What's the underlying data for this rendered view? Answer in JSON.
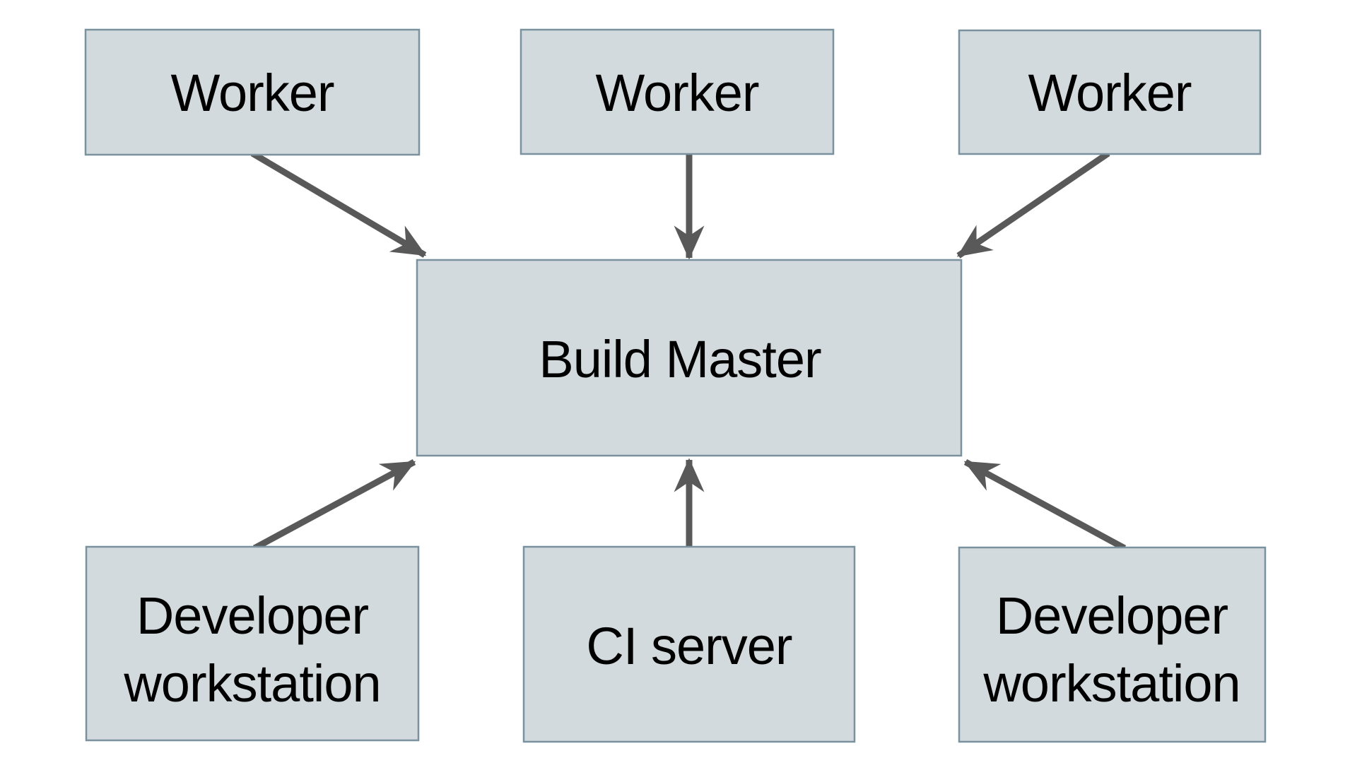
{
  "diagram": {
    "background": "#ffffff",
    "node_fill": "#d3dadd",
    "node_border": "#7a929e",
    "arrow_color": "#595959",
    "text_color": "#000000",
    "nodes": {
      "worker_left": {
        "label": "Worker"
      },
      "worker_center": {
        "label": "Worker"
      },
      "worker_right": {
        "label": "Worker"
      },
      "build_master": {
        "label": "Build Master"
      },
      "developer_left": {
        "lines": [
          "Developer",
          "workstation"
        ]
      },
      "ci_server": {
        "label": "CI server"
      },
      "developer_right": {
        "lines": [
          "Developer",
          "workstation"
        ]
      }
    },
    "edges": [
      {
        "from": "worker_left",
        "to": "build_master"
      },
      {
        "from": "worker_center",
        "to": "build_master"
      },
      {
        "from": "worker_right",
        "to": "build_master"
      },
      {
        "from": "developer_left",
        "to": "build_master"
      },
      {
        "from": "ci_server",
        "to": "build_master"
      },
      {
        "from": "developer_right",
        "to": "build_master"
      }
    ]
  }
}
